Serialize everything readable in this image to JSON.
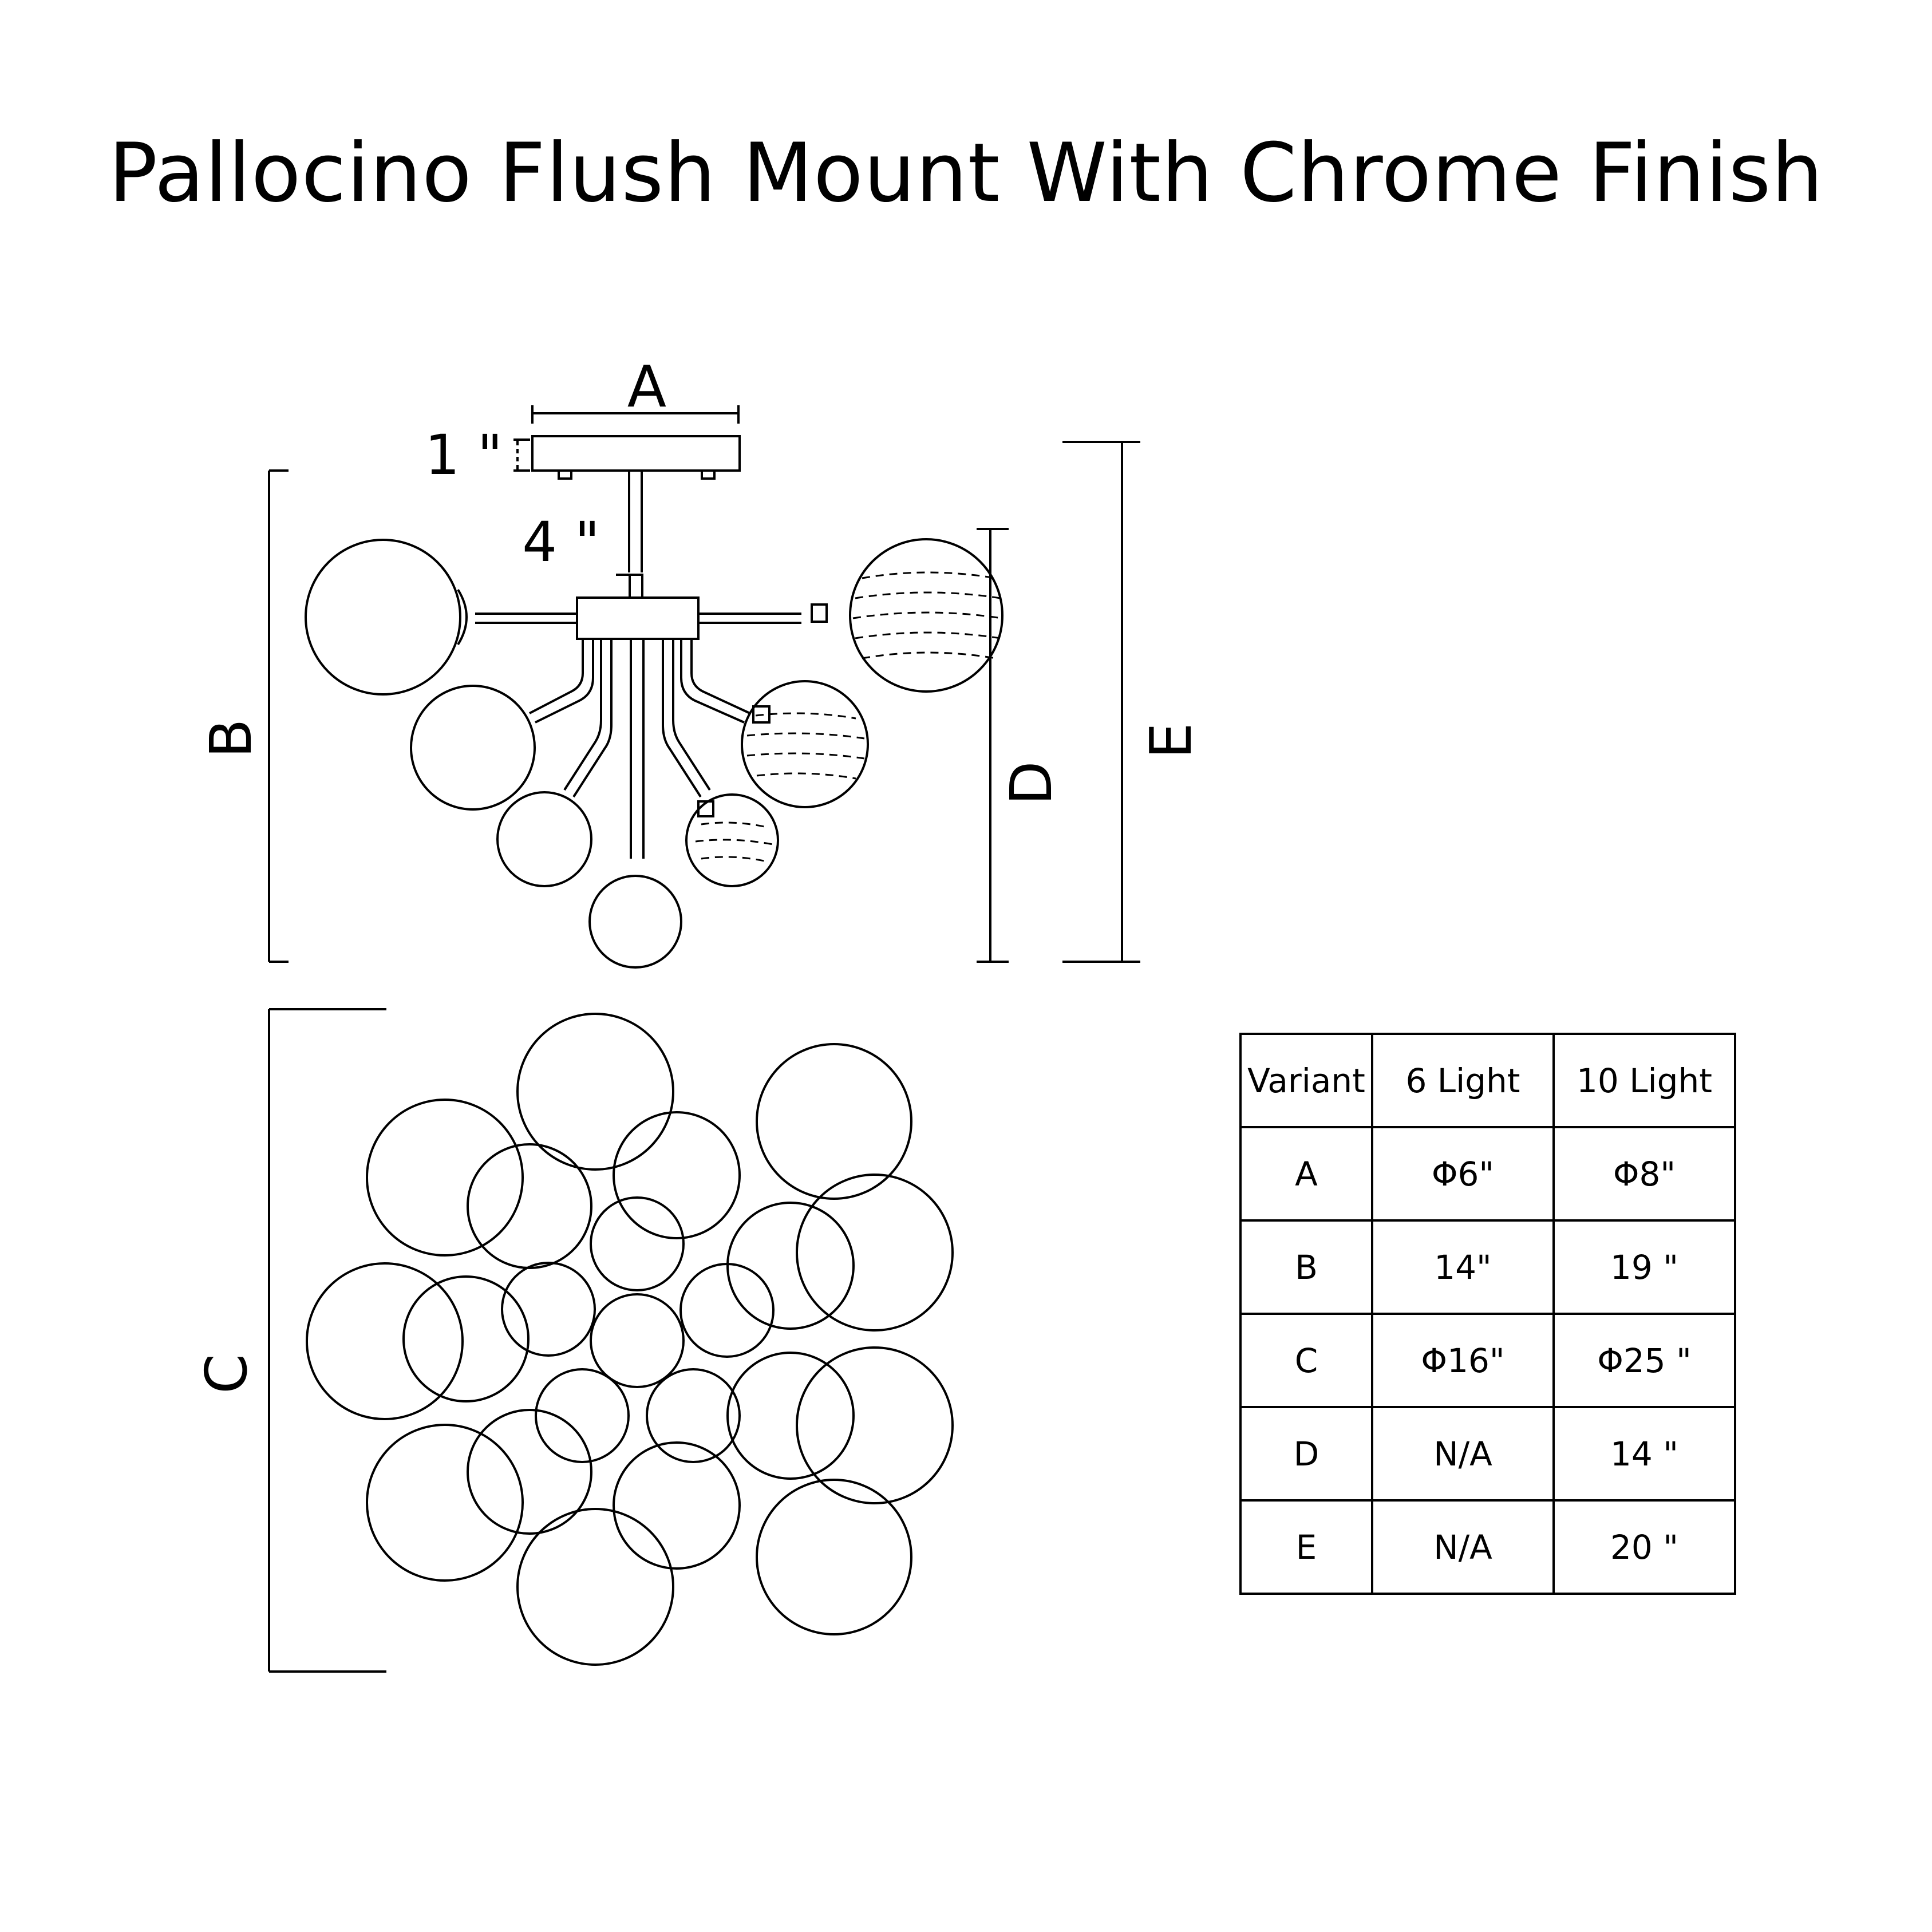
{
  "title": "Pallocino Flush Mount With Chrome Finish",
  "side_view": {
    "labels": {
      "A": "A",
      "B": "B",
      "C": "C",
      "D": "D",
      "E": "E"
    },
    "dim_canopy": "1 \"",
    "dim_stem": "4 \""
  },
  "spec_table": {
    "headers": [
      "Variant",
      "6 Light",
      "10 Light"
    ],
    "rows": [
      [
        "A",
        "Φ6\"",
        "Φ8\""
      ],
      [
        "B",
        "14\"",
        "19 \""
      ],
      [
        "C",
        "Φ16\"",
        "Φ25 \""
      ],
      [
        "D",
        "N/A",
        "14 \""
      ],
      [
        "E",
        "N/A",
        "20 \""
      ]
    ]
  }
}
